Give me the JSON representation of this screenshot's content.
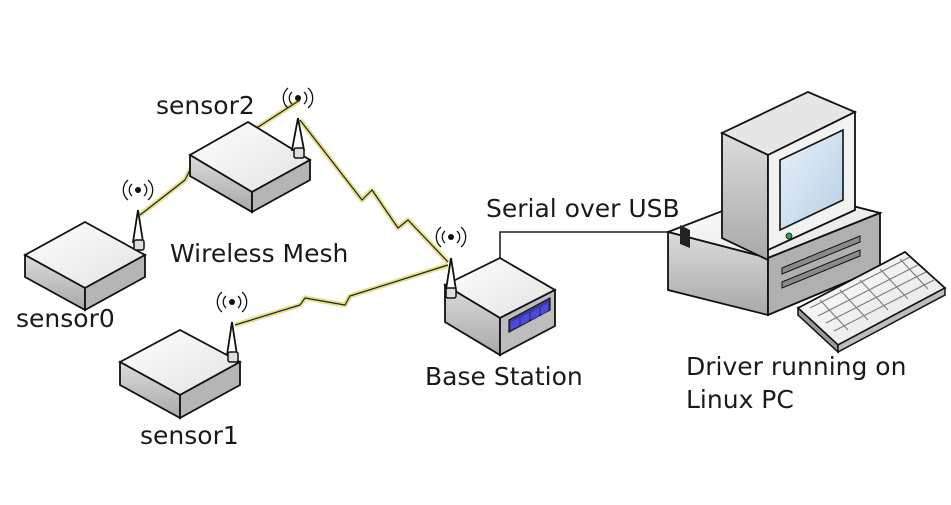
{
  "labels": {
    "sensor2": "sensor2",
    "sensor0": "sensor0",
    "sensor1": "sensor1",
    "wireless_mesh": "Wireless Mesh",
    "serial_over_usb": "Serial over USB",
    "base_station": "Base Station",
    "driver_line1": "Driver running on",
    "driver_line2": "Linux PC"
  },
  "colors": {
    "device_top": "#f4f4f4",
    "device_side": "#c4c4c4",
    "device_outline": "#111111",
    "link_glow": "#e6e08a",
    "link_line": "#222222",
    "screen": "#cfe3f3",
    "leds": "#4a4adf"
  },
  "icons": [
    "sensor-node-icon",
    "antenna-icon",
    "wireless-link-icon",
    "base-station-icon",
    "computer-icon",
    "keyboard-icon"
  ]
}
